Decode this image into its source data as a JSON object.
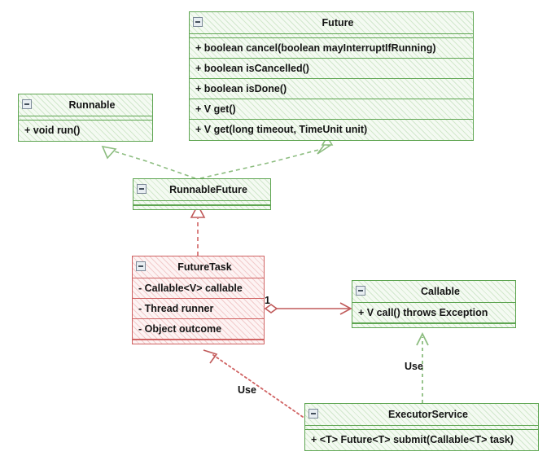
{
  "diagram": {
    "title": "Java Future / FutureTask UML class diagram",
    "colors": {
      "interface_border": "#5ea551",
      "interface_fill": "#f4faf2",
      "class_border": "#d06363",
      "class_fill": "#fdf3f3",
      "text": "#151515",
      "background": "#ffffff"
    }
  },
  "classes": {
    "future": {
      "name": "Future",
      "collapse_icon": "minus-icon",
      "members": [
        "+ boolean cancel(boolean mayInterruptIfRunning)",
        "+ boolean isCancelled()",
        "+ boolean isDone()",
        "+ V get()",
        "+ V get(long timeout, TimeUnit unit)"
      ]
    },
    "runnable": {
      "name": "Runnable",
      "collapse_icon": "minus-icon",
      "members": [
        "+ void run()"
      ]
    },
    "runnable_future": {
      "name": "RunnableFuture",
      "collapse_icon": "minus-icon",
      "members": []
    },
    "future_task": {
      "name": "FutureTask",
      "collapse_icon": "minus-icon",
      "members": [
        "- Callable<V> callable",
        "- Thread runner",
        "- Object outcome"
      ]
    },
    "callable": {
      "name": "Callable",
      "collapse_icon": "minus-icon",
      "members": [
        "+ V call() throws Exception"
      ]
    },
    "executor_service": {
      "name": "ExecutorService",
      "collapse_icon": "minus-icon",
      "members": [
        "+ <T> Future<T> submit(Callable<T> task)"
      ]
    }
  },
  "relationships": [
    {
      "id": "runnablefuture-realizes-runnable",
      "from": "RunnableFuture",
      "to": "Runnable",
      "type": "realization",
      "style": "dashed",
      "arrow": "hollow-triangle",
      "color": "#8dbd80",
      "label": ""
    },
    {
      "id": "runnablefuture-realizes-future",
      "from": "RunnableFuture",
      "to": "Future",
      "type": "realization",
      "style": "dashed",
      "arrow": "hollow-triangle",
      "color": "#8dbd80",
      "label": ""
    },
    {
      "id": "futuretask-realizes-runnablefuture",
      "from": "FutureTask",
      "to": "RunnableFuture",
      "type": "realization",
      "style": "dashed",
      "arrow": "hollow-triangle",
      "color": "#d06363",
      "label": ""
    },
    {
      "id": "futuretask-aggregates-callable",
      "from": "FutureTask",
      "to": "Callable",
      "type": "aggregation",
      "style": "solid",
      "arrow": "open-arrow",
      "source_decoration": "open-diamond",
      "color": "#c05a5a",
      "label": "",
      "source_multiplicity": "1"
    },
    {
      "id": "executorservice-uses-callable",
      "from": "ExecutorService",
      "to": "Callable",
      "type": "dependency",
      "style": "dashed",
      "arrow": "open-arrow",
      "color": "#8dbd80",
      "label": "Use"
    },
    {
      "id": "executorservice-uses-futuretask",
      "from": "ExecutorService",
      "to": "FutureTask",
      "type": "dependency",
      "style": "dotted",
      "arrow": "open-arrow",
      "color": "#d06363",
      "label": "Use"
    }
  ],
  "labels": {
    "multiplicity_one": "1",
    "use_green": "Use",
    "use_red": "Use"
  }
}
